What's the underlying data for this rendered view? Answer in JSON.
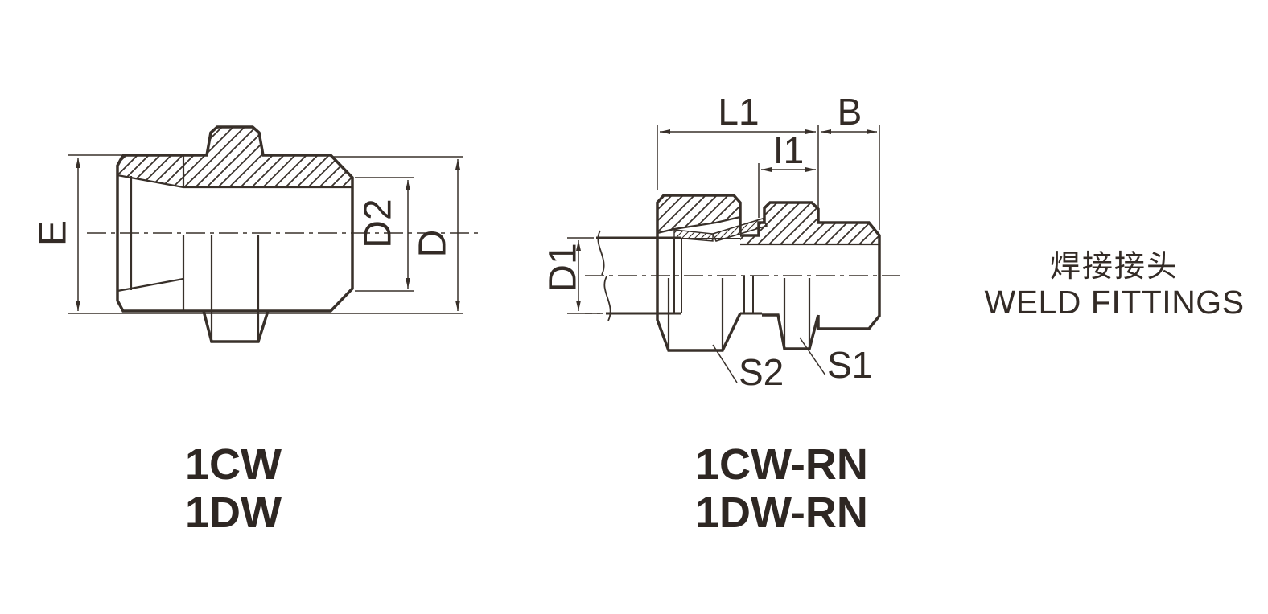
{
  "heading": {
    "zh": "焊接接头",
    "en": "WELD FITTINGS"
  },
  "left_drawing": {
    "models": {
      "line1": "1CW",
      "line2": "1DW"
    },
    "dims": {
      "outer_diameter": "E",
      "stud_diameter": "D2",
      "body_diameter": "D"
    }
  },
  "right_drawing": {
    "models": {
      "line1": "1CW-RN",
      "line2": "1DW-RN"
    },
    "dims": {
      "overall_length": "L1",
      "thread_length": "B",
      "locknut_length": "I1",
      "tube_diameter": "D1",
      "nut_hex": "S2",
      "locknut_hex": "S1"
    }
  }
}
